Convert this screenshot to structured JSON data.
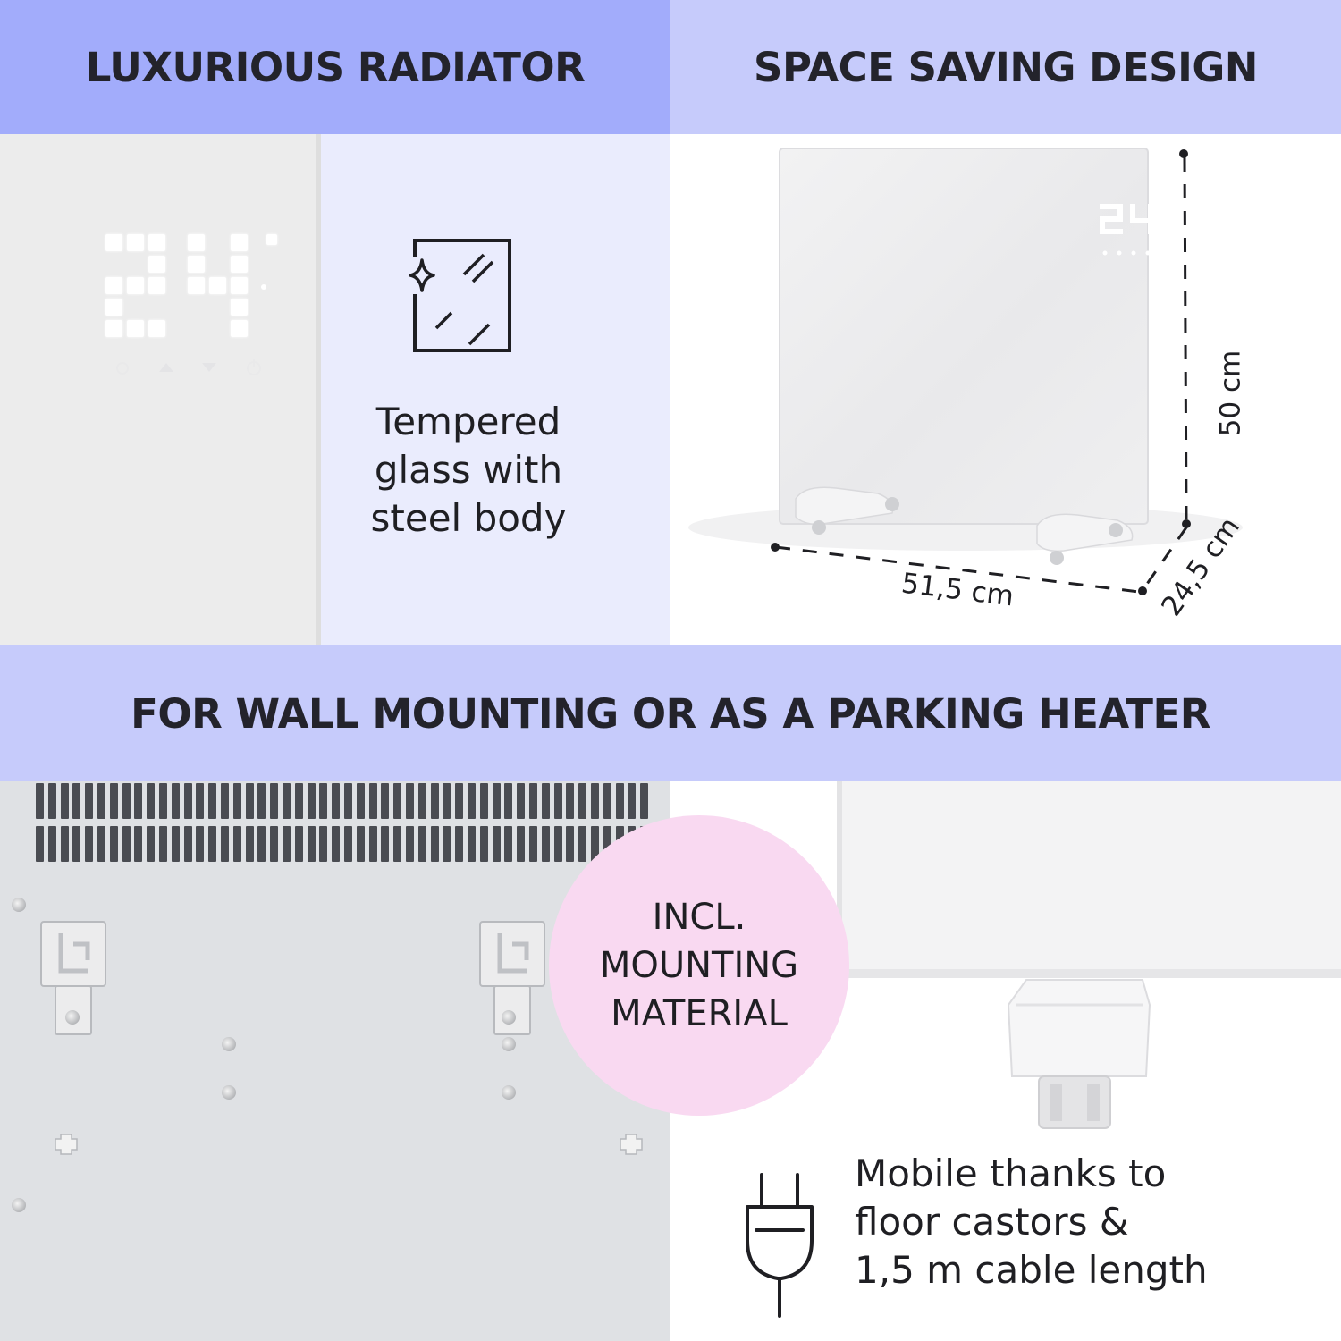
{
  "headers": {
    "top_left": "LUXURIOUS RADIATOR",
    "top_right": "SPACE SAVING DESIGN",
    "middle": "FOR WALL MOUNTING OR AS A PARKING HEATER"
  },
  "display": {
    "temperature": "24"
  },
  "features": {
    "glass": [
      "Tempered",
      "glass with",
      "steel body"
    ],
    "mobile": [
      "Mobile thanks to",
      "floor castors &",
      "1,5 m cable length"
    ]
  },
  "dimensions": {
    "width": "51,5 cm",
    "height": "50 cm",
    "depth": "24,5 cm"
  },
  "badge": [
    "INCL.",
    "MOUNTING",
    "MATERIAL"
  ],
  "icons": {
    "glass": "tempered-glass-icon",
    "plug": "plug-icon"
  }
}
